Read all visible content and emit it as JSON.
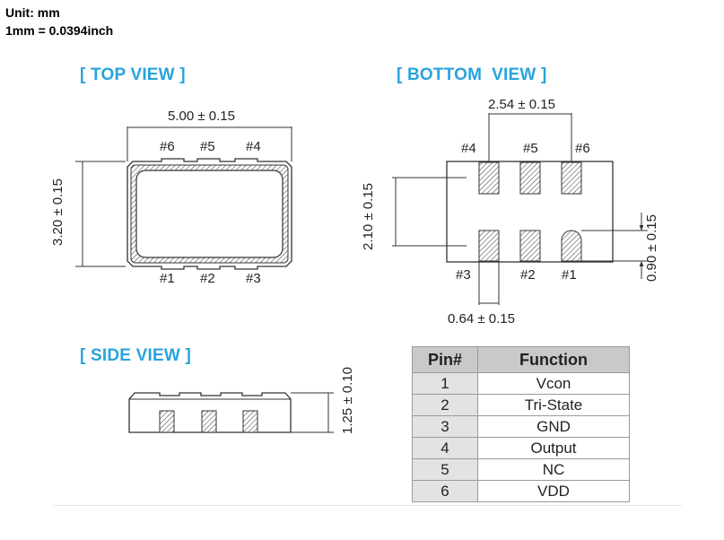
{
  "header": {
    "unit_line": "Unit: mm",
    "conversion_line": "1mm = 0.0394inch"
  },
  "top_view": {
    "title": "[ TOP VIEW ]",
    "width_dim": "5.00 ± 0.15",
    "height_dim": "3.20 ± 0.15",
    "pins_top": [
      "#6",
      "#5",
      "#4"
    ],
    "pins_bottom": [
      "#1",
      "#2",
      "#3"
    ]
  },
  "bottom_view": {
    "title": "[ BOTTOM  VIEW ]",
    "pitch_dim": "2.54 ± 0.15",
    "pad_span_dim": "2.10 ± 0.15",
    "pad_height_dim": "0.90 ± 0.15",
    "pad_width_dim": "0.64 ± 0.15",
    "pins_top": [
      "#4",
      "#5",
      "#6"
    ],
    "pins_bottom": [
      "#3",
      "#2",
      "#1"
    ]
  },
  "side_view": {
    "title": "[ SIDE VIEW ]",
    "height_dim": "1.25 ± 0.10"
  },
  "pin_table": {
    "headers": [
      "Pin#",
      "Function"
    ],
    "rows": [
      {
        "pin": "1",
        "function": "Vcon"
      },
      {
        "pin": "2",
        "function": "Tri-State"
      },
      {
        "pin": "3",
        "function": "GND"
      },
      {
        "pin": "4",
        "function": "Output"
      },
      {
        "pin": "5",
        "function": "NC"
      },
      {
        "pin": "6",
        "function": "VDD"
      }
    ]
  },
  "colors": {
    "title_blue": "#29a3dd",
    "header_gray": "#c9c9c9",
    "pin_col_gray": "#e3e3e3"
  }
}
